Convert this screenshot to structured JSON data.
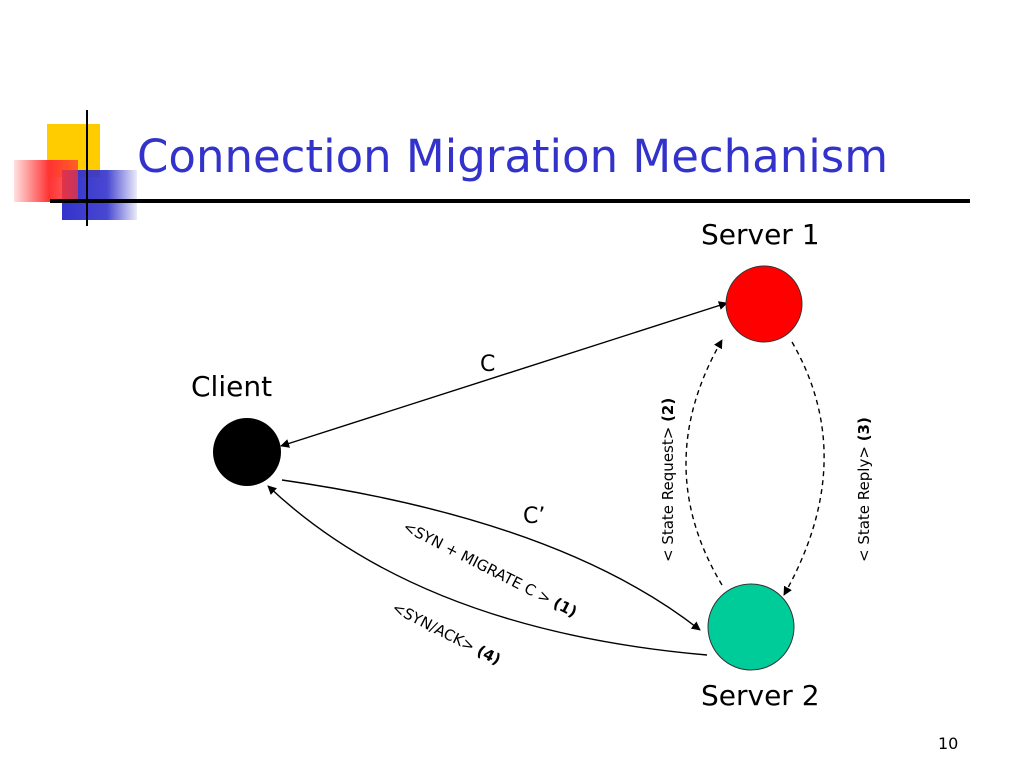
{
  "slide": {
    "title": "Connection Migration Mechanism",
    "page_number": "10"
  },
  "colors": {
    "title": "#3333cc",
    "deco_yellow": "#ffcc00",
    "deco_blue": "#3333cc",
    "deco_red": "#ff3333",
    "client_node": "#000000",
    "server1_node": "#ff0000",
    "server2_node": "#00cc99"
  },
  "nodes": {
    "client": "Client",
    "server1": "Server 1",
    "server2": "Server 2"
  },
  "connections": {
    "c": "C",
    "c_prime": "C’"
  },
  "messages": {
    "syn_migrate": {
      "text": "<SYN + MIGRATE C > ",
      "num": "(1)"
    },
    "state_request": {
      "text": "< State Request> ",
      "num": "(2)"
    },
    "state_reply": {
      "text": "< State Reply> ",
      "num": "(3)"
    },
    "syn_ack": {
      "text": "<SYN/ACK> ",
      "num": "(4)"
    }
  }
}
